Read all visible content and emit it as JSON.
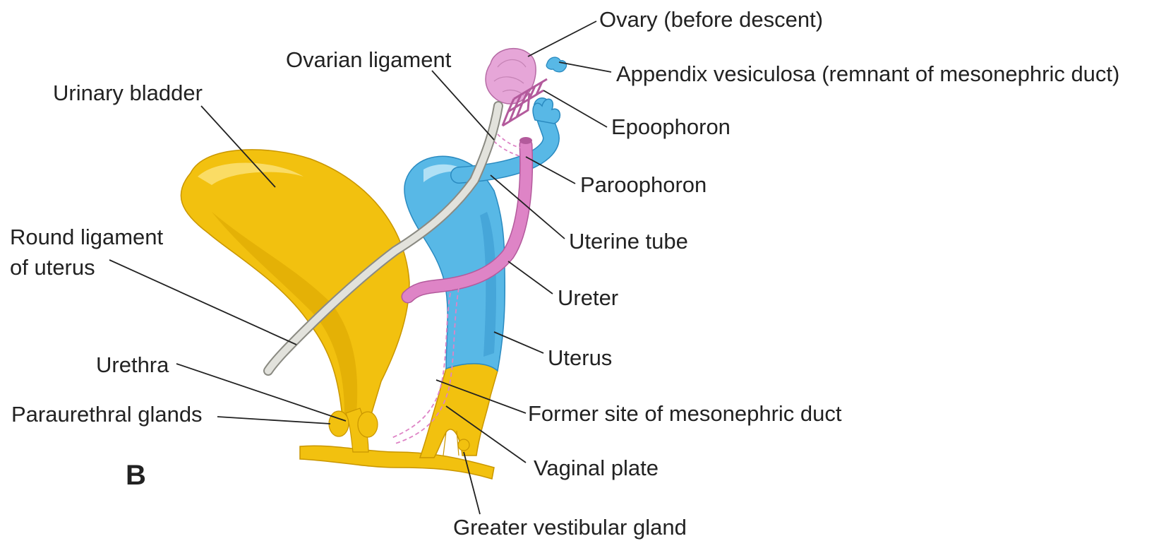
{
  "panel_letter": "B",
  "labels": {
    "ovary": "Ovary (before descent)",
    "appendix_vesiculosa": "Appendix vesiculosa (remnant of mesonephric duct)",
    "ovarian_ligament": "Ovarian ligament",
    "urinary_bladder": "Urinary bladder",
    "epoophoron": "Epoophoron",
    "paroophoron": "Paroophoron",
    "round_ligament_line1": "Round ligament",
    "round_ligament_line2": "of uterus",
    "uterine_tube": "Uterine tube",
    "ureter": "Ureter",
    "uterus": "Uterus",
    "urethra": "Urethra",
    "paraurethral_glands": "Paraurethral glands",
    "former_site": "Former site of mesonephric duct",
    "vaginal_plate": "Vaginal plate",
    "greater_vestibular_gland": "Greater vestibular gland"
  },
  "colors": {
    "bladder": "#f2c10f",
    "bladder_shade": "#d9a400",
    "uterus": "#58b8e6",
    "uterus_shade": "#3a9ad0",
    "ovary": "#e6a6d8",
    "ureter": "#de84c6",
    "ligament": "#d8d8d2",
    "ligament_edge": "#8a8a82"
  }
}
